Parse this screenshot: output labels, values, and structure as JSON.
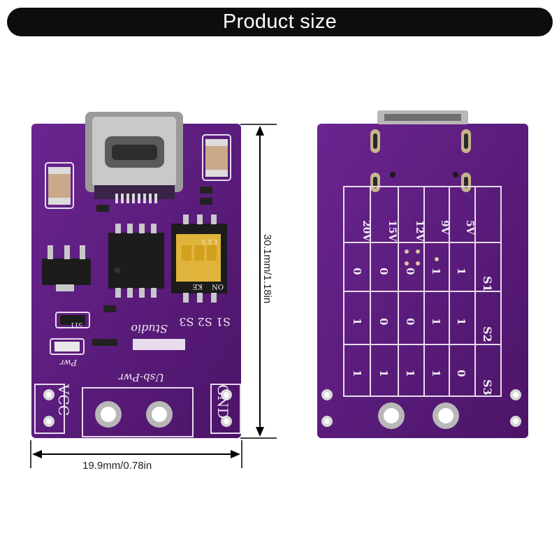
{
  "banner": {
    "title": "Product size"
  },
  "dimensions": {
    "width": "19.9mm/0.78in",
    "height": "30.1mm/1.18in"
  },
  "front": {
    "labels": {
      "vcc": "VCC",
      "gnd": "GND",
      "usb_pwr": "Usb-Pwr",
      "studio": "Studio",
      "switches": "S1 S2 S3",
      "pwr": "Pwr",
      "resistor": "511",
      "dip_on": "ON",
      "dip_ke": "KE",
      "dip_nums": "1 2 3"
    }
  },
  "back": {
    "voltages": [
      "20V",
      "15V",
      "12V",
      "9V",
      "5V"
    ],
    "rows": [
      {
        "label": "S1",
        "values": [
          "0",
          "0",
          "0",
          "1",
          "1"
        ]
      },
      {
        "label": "S2",
        "values": [
          "1",
          "0",
          "0",
          "1",
          "1"
        ]
      },
      {
        "label": "S3",
        "values": [
          "1",
          "1",
          "1",
          "1",
          "0"
        ]
      }
    ]
  },
  "colors": {
    "pcb": "#5a1a7a",
    "pcb_dark": "#3e0f58",
    "silkscreen": "#e6dcec",
    "banner": "#0d0d0d"
  }
}
